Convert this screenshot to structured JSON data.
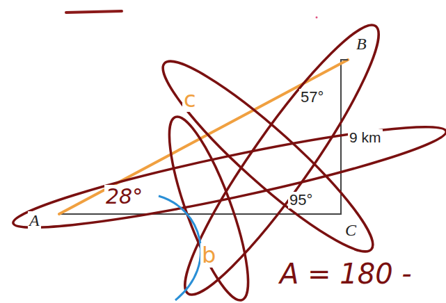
{
  "diagram": {
    "labels": [
      "B",
      "57°",
      "9 km",
      "95°",
      "A",
      "C",
      "c",
      "28°",
      "b",
      "A = 180 -"
    ]
  }
}
